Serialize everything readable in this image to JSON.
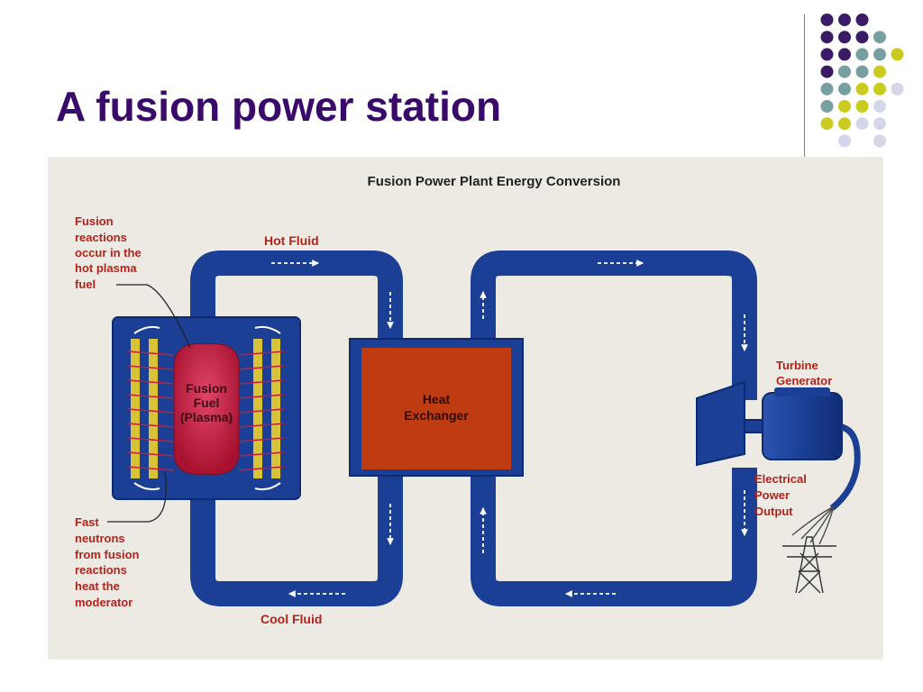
{
  "slide": {
    "title": "A fusion power station"
  },
  "colors": {
    "title": "#3a0a6a",
    "dot_purple": "#3b1a66",
    "dot_teal": "#76a0a0",
    "dot_yellow": "#c9cc1e",
    "dot_lavender": "#d6d6ea",
    "figure_bg": "#eceae3",
    "pipe_blue": "#1b3f95",
    "pipe_edge": "#0d2a72",
    "plasma_red": "#bf1e3e",
    "exchanger_orange": "#bf3b12",
    "blanket_yellow": "#d8c338",
    "label_red": "#b5221c",
    "label_black": "#222222"
  },
  "diagram": {
    "heading": "Fusion Power Plant Energy Conversion",
    "hot_fluid_label": "Hot Fluid",
    "cool_fluid_label": "Cool Fluid",
    "fusion_reactions_note": [
      "Fusion",
      "reactions",
      "occur in the",
      "hot plasma",
      "fuel"
    ],
    "fast_neutrons_note": [
      "Fast",
      "neutrons",
      "from fusion",
      "reactions",
      "heat the",
      "moderator"
    ],
    "plasma_label": [
      "Fusion",
      "Fuel",
      "(Plasma)"
    ],
    "heat_exchanger_label": [
      "Heat",
      "Exchanger"
    ],
    "turbine_generator_label": [
      "Turbine",
      "Generator"
    ],
    "electrical_output_label": [
      "Electrical",
      "Power",
      "Output"
    ]
  }
}
